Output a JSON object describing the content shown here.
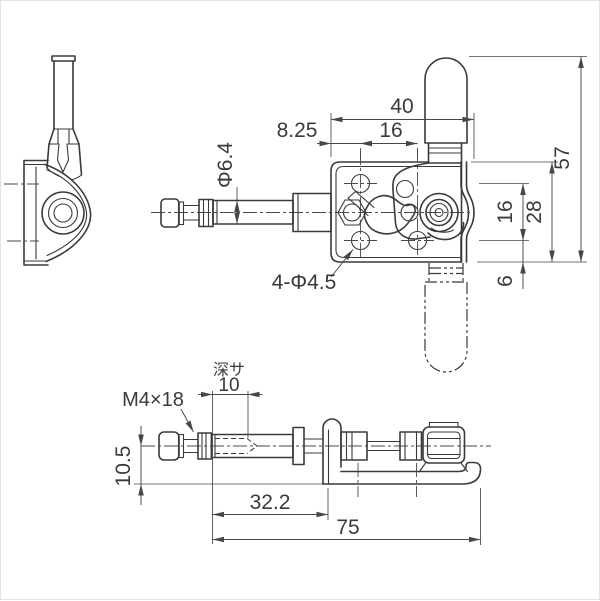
{
  "style": {
    "background": "#ffffff",
    "line_color": "#3a3a3a",
    "dimension_color": "#474747"
  },
  "dims": {
    "front": {
      "overall_width": "40",
      "hole_offset": "8.25",
      "hole_pitch_h": "16",
      "overall_height": "57",
      "body_height": "28",
      "hole_pitch_v": "16",
      "hole_edge": "6",
      "spindle_dia": "Φ6.4",
      "mount_holes": "4-Φ4.5"
    },
    "bottom": {
      "depth_label": "深サ",
      "depth_value": "10",
      "thread": "M4×18",
      "center_height": "10.5",
      "wall_offset": "32.2",
      "overall_length": "75"
    }
  }
}
